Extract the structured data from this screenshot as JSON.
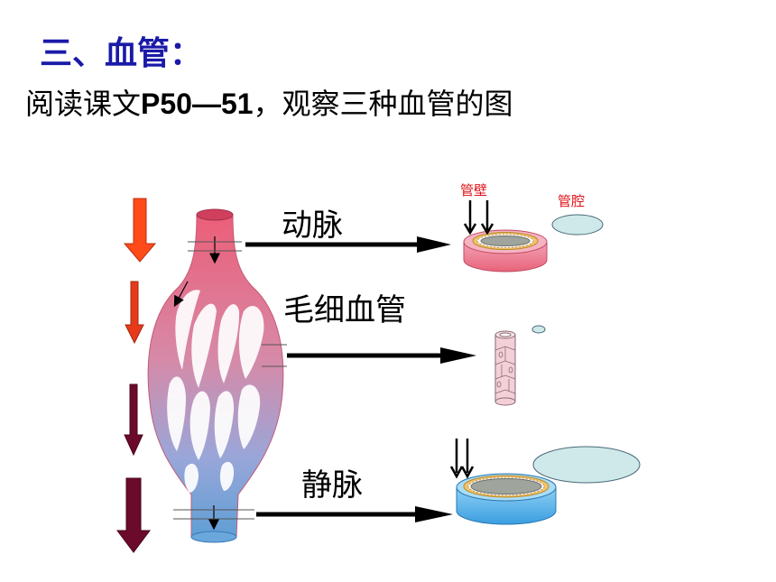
{
  "slide": {
    "section_title": "三、血管：",
    "instruction_prefix": "阅读课文",
    "instruction_pages": "P50—51",
    "instruction_suffix": "，观察三种血管的图"
  },
  "vessels": {
    "artery_label": "动脉",
    "capillary_label": "毛细血管",
    "vein_label": "静脉"
  },
  "cross_section_labels": {
    "wall": "管壁",
    "lumen": "管腔"
  },
  "colors": {
    "title_blue": "#1a1aa8",
    "label_red": "#e0131a",
    "artery_pink": "#e8637a",
    "vein_blue": "#5f9fd6",
    "flow_arrow_start": "#ff4a1a",
    "flow_arrow_end": "#6b0a2a"
  }
}
